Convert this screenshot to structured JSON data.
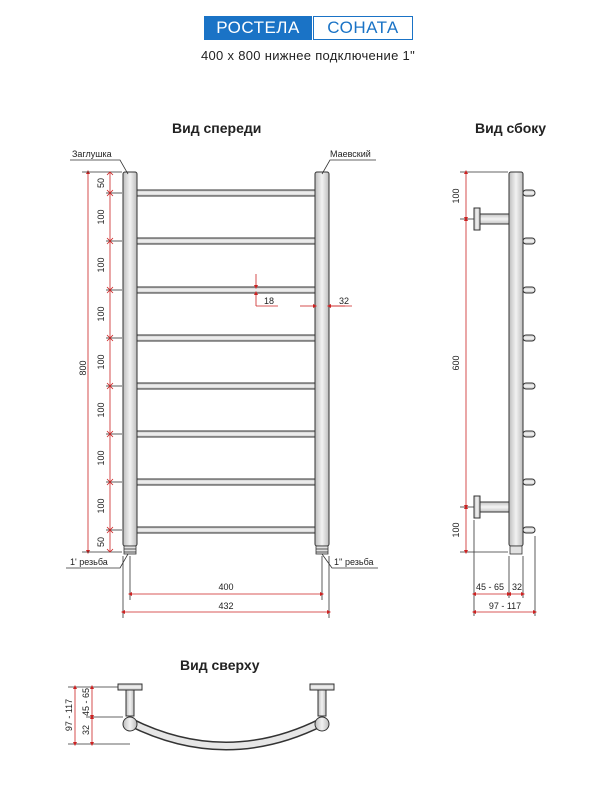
{
  "brand": {
    "left": "РОСТЕЛА",
    "right": "СОНАТА",
    "color": "#1a73c6"
  },
  "subtitle": "400 x 800 нижнее подключение 1\"",
  "views": {
    "front": "Вид спереди",
    "side": "Вид сбоку",
    "top": "Вид сверху"
  },
  "labels": {
    "plug": "Заглушка",
    "mayevsky": "Маевский",
    "thread_left": "1' резьба",
    "thread_right": "1'' резьба"
  },
  "front_dims": {
    "total_height": "800",
    "spacing": [
      "50",
      "100",
      "100",
      "100",
      "100",
      "100",
      "100",
      "100",
      "50"
    ],
    "bar_thickness": "18",
    "pipe_diameter": "32",
    "width_inner": "400",
    "width_outer": "432"
  },
  "side_dims": {
    "top": "100",
    "middle": "600",
    "bottom": "100",
    "depth_a": "45 - 65",
    "depth_b": "32",
    "depth_total": "97 - 117"
  },
  "top_dims": {
    "total": "97 - 117",
    "offset_a": "32",
    "offset_b": "45 - 65"
  },
  "colors": {
    "dimension": "#cc2222",
    "outline": "#333333",
    "fill": "#d6d6d6"
  }
}
